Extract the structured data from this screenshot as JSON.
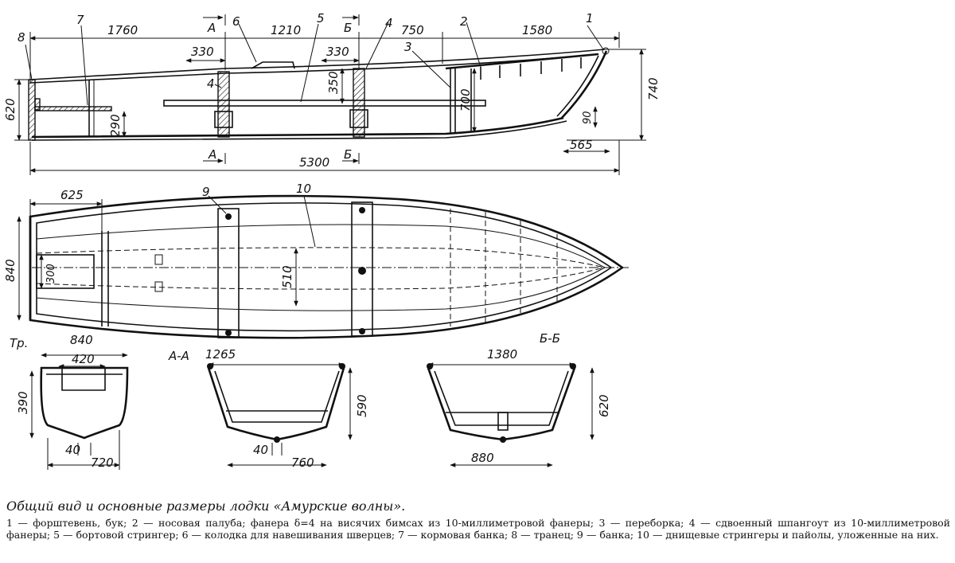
{
  "dims": {
    "top_1760": "1760",
    "top_a": "А",
    "top_6": "6",
    "top_1210": "1210",
    "top_5": "5",
    "top_b": "Б",
    "top_4": "4",
    "top_750": "750",
    "top_2": "2",
    "top_1580": "1580",
    "top_1": "1",
    "top_8": "8",
    "top_7": "7",
    "top_330a": "330",
    "top_330b": "330",
    "top_3": "3",
    "top_350": "350",
    "top_700": "700",
    "top_740": "740",
    "top_620": "620",
    "top_290": "290",
    "top_90": "90",
    "top_565": "565",
    "top_5300": "5300",
    "top_a_bottom": "А",
    "top_b_bottom": "Б",
    "top_4b": "4",
    "plan_625": "625",
    "plan_9": "9",
    "plan_10": "10",
    "plan_840": "840",
    "plan_300": "300",
    "plan_510": "510",
    "sec_tr": "Тр.",
    "sec_840": "840",
    "sec_420": "420",
    "sec_390": "390",
    "sec_40a": "40",
    "sec_720": "720",
    "sec_aa": "А-А",
    "sec_1265": "1265",
    "sec_590": "590",
    "sec_40b": "40",
    "sec_760": "760",
    "sec_bb": "Б-Б",
    "sec_1380": "1380",
    "sec_620": "620",
    "sec_880": "880"
  },
  "caption": {
    "title": "Общий вид и основные размеры лодки «Амурские волны».",
    "legend": "1 — форштевень, бук; 2 — носовая палуба; фанера δ=4 на висячих бимсах из 10-миллиметровой фанеры; 3 — переборка; 4 — сдвоенный шпангоут из 10-миллиметровой фанеры; 5 — бортовой стрингер; 6 — колодка для навешивания шверцев; 7 — кормовая банка; 8 — транец; 9 — банка; 10 — днищевые стрингеры и пайолы, уложенные на них."
  }
}
